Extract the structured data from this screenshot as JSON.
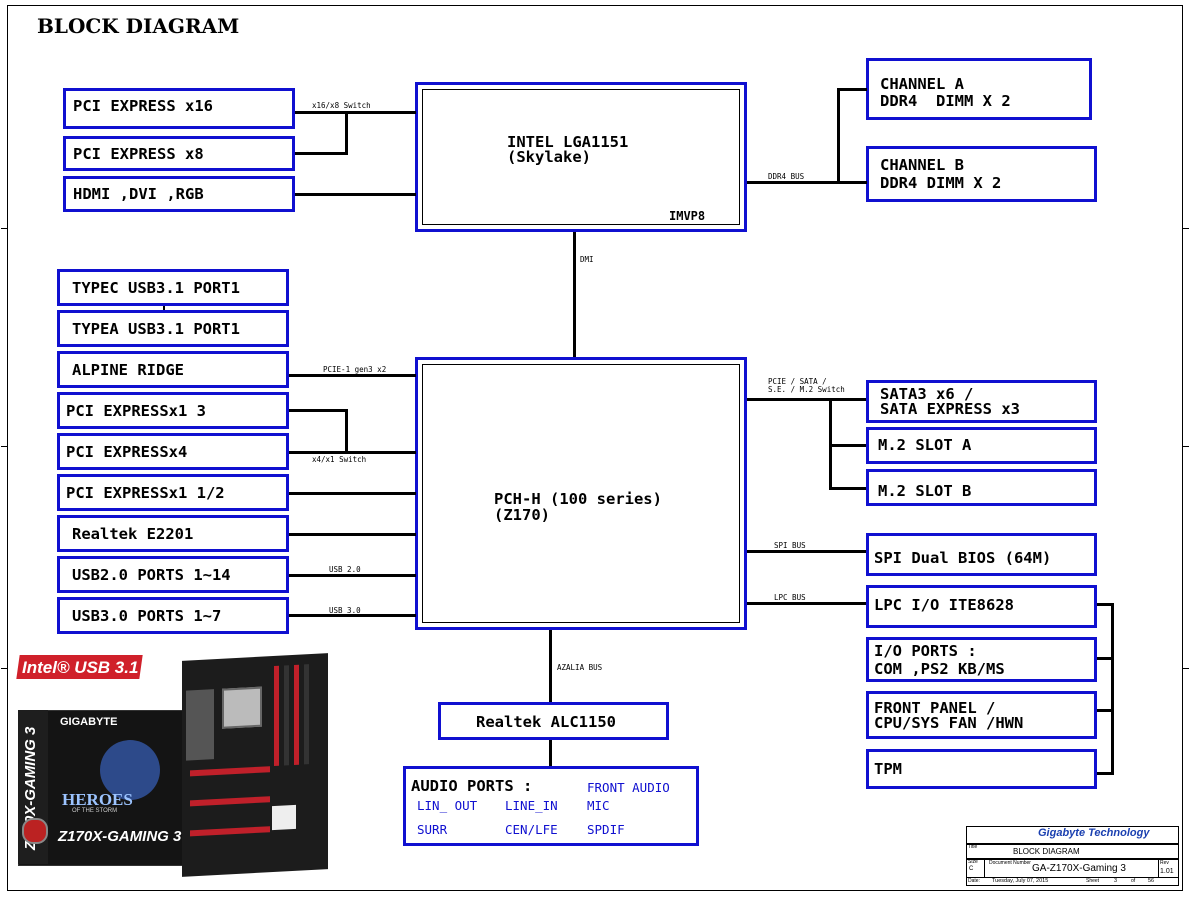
{
  "title": "BLOCK DIAGRAM",
  "cpu": {
    "line1": "INTEL LGA1151",
    "line2": "(Skylake)",
    "vr": "IMVP8"
  },
  "pch": {
    "line1": "PCH-H (100 series)",
    "line2": "(Z170)"
  },
  "left_top": {
    "pcie16": "PCI EXPRESS x16",
    "pcie8": "PCI EXPRESS x8",
    "hdmi": "HDMI ,DVI ,RGB",
    "switch_label": "x16/x8 Switch"
  },
  "memory": {
    "chan_a": [
      "CHANNEL A",
      "DDR4  DIMM X 2"
    ],
    "chan_b": [
      "CHANNEL B",
      "DDR4 DIMM X 2"
    ],
    "bus": "DDR4 BUS"
  },
  "dmi": "DMI",
  "left_pch": {
    "typec": "TYPEC USB3.1 PORT1",
    "typea": "TYPEA USB3.1 PORT1",
    "alpine": "ALPINE RIDGE",
    "alpine_bus": "PCIE-1 gen3 x2",
    "pcie1_3": "PCI EXPRESSx1 3",
    "pcie4": "PCI EXPRESSx4",
    "switch_label": "x4/x1 Switch",
    "pcie1_12": "PCI EXPRESSx1 1/2",
    "realtek_lan": "Realtek E2201",
    "usb20": "USB2.0 PORTS 1~14",
    "usb20_bus": "USB 2.0",
    "usb30": "USB3.0 PORTS 1~7",
    "usb30_bus": "USB 3.0"
  },
  "right_pch": {
    "sata_bus": "PCIE / SATA /",
    "sata_bus2": "S.E. / M.2 Switch",
    "sata": [
      "SATA3 x6 /",
      "SATA EXPRESS x3"
    ],
    "m2a": "M.2 SLOT A",
    "m2b": "M.2 SLOT B",
    "spi_bus": "SPI BUS",
    "bios": "SPI Dual BIOS (64M)",
    "lpc_bus": "LPC BUS",
    "lpc": "LPC I/O ITE8628",
    "io": [
      "I/O PORTS :",
      "COM ,PS2 KB/MS"
    ],
    "front": [
      "FRONT PANEL /",
      "CPU/SYS FAN /HWN"
    ],
    "tpm": "TPM"
  },
  "audio": {
    "bus": "AZALIA BUS",
    "codec": "Realtek ALC1150",
    "ports_label": "AUDIO PORTS :",
    "front": "FRONT AUDIO",
    "lin_out": "LIN_ OUT",
    "line_in": "LINE_IN",
    "mic": "MIC",
    "surr": "SURR",
    "cen": "CEN/LFE",
    "spdif": "SPDIF"
  },
  "product": {
    "badge": "Intel® USB 3.1",
    "brand": "GIGABYTE",
    "model": "Z170X-GAMING 3",
    "model_side": "Z170X-GAMING 3",
    "game": "HEROES",
    "game_sub": "OF THE STORM"
  },
  "title_block": {
    "company": "Gigabyte Technology",
    "title_label": "Title",
    "title": "BLOCK DIAGRAM",
    "size_label": "Size",
    "size": "C",
    "doc_label": "Document Number",
    "doc": "GA-Z170X-Gaming 3",
    "rev_label": "Rev",
    "rev": "1.01",
    "date_label": "Date:",
    "date": "Tuesday, July 07, 2015",
    "sheet_label": "Sheet",
    "sheet": "3",
    "of_label": "of",
    "of": "56"
  },
  "colors": {
    "box_border": "#1010d0",
    "line": "#000000",
    "badge_red": "#d0202a"
  }
}
